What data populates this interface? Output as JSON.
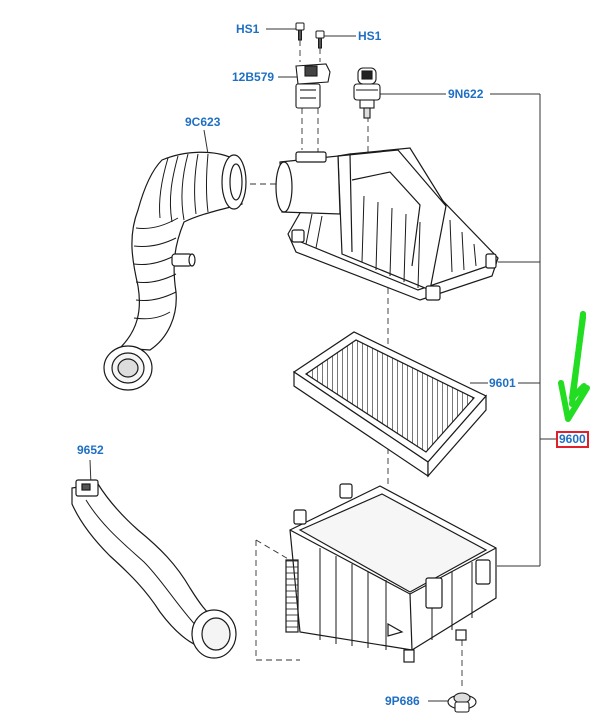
{
  "diagram": {
    "part_labels": {
      "hs1_left": "HS1",
      "hs1_right": "HS1",
      "sensor": "12B579",
      "vacuum_valve": "9N622",
      "outlet_duct": "9C623",
      "filter_element": "9601",
      "assembly": "9600",
      "inlet_duct": "9652",
      "grommet": "9P686"
    },
    "highlighted_label": "assembly",
    "colors": {
      "label_blue": "#1f6fc4",
      "highlight_red": "#e0202a",
      "arrow_green": "#22dd22",
      "line_art": "#1a1a1a"
    }
  }
}
